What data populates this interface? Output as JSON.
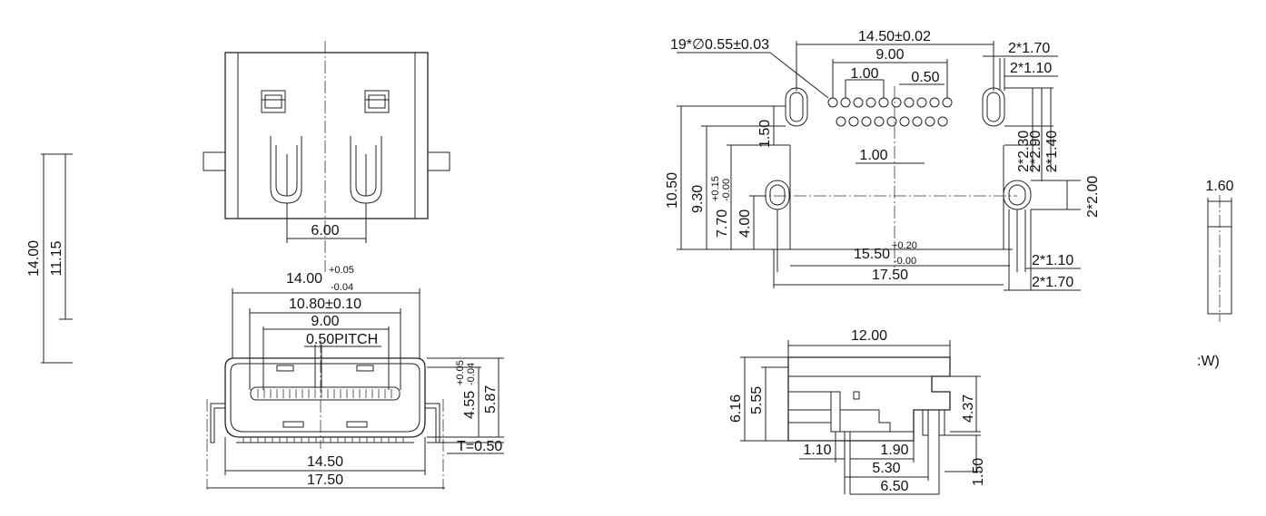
{
  "top_view": {
    "dims": {
      "width_total": "14.00",
      "height_inner": "11.15",
      "tab_spacing": "6.00"
    }
  },
  "front_view": {
    "dims": {
      "width_main": "14.00",
      "width_main_tol_plus": "+0.05",
      "width_main_tol_minus": "-0.04",
      "opening": "10.80±0.10",
      "contacts": "9.00",
      "pitch": "0.50PITCH",
      "height_inner": "4.55",
      "height_inner_tol_plus": "+0.05",
      "height_inner_tol_minus": "-0.04",
      "height_total": "5.87",
      "thickness": "T=0.50",
      "flange": "14.50",
      "overall": "17.50"
    }
  },
  "pcb_layout": {
    "dims": {
      "hole_spec": "19*∅0.55±0.03",
      "slot_spacing": "14.50±0.02",
      "slot_w_outer": "2*1.70",
      "slot_w_inner": "2*1.10",
      "pin_span": "9.00",
      "row_pitch_a": "1.00",
      "pin_pitch": "0.50",
      "offset": "1.50",
      "row_pitch_b": "1.00",
      "slot_len_a": "2*2.30",
      "slot_len_b": "2*2.90",
      "slot_len_c": "2*1.40",
      "hole_len": "2*2.00",
      "height_total": "10.50",
      "height_b": "9.30",
      "height_c": "7.70",
      "height_c_tol_plus": "+0.15",
      "height_c_tol_minus": "-0.00",
      "height_d": "4.00",
      "hole_spacing": "15.50",
      "hole_spacing_tol_plus": "+0.20",
      "hole_spacing_tol_minus": "-0.00",
      "hole_w_inner": "2*1.10",
      "body_width": "17.50",
      "hole_w_outer": "2*1.70"
    }
  },
  "side_view": {
    "dims": {
      "length": "12.00",
      "height_total": "6.16",
      "height_b": "5.55",
      "height_c": "4.37",
      "offset_a": "1.10",
      "offset_b": "1.90",
      "offset_c": "5.30",
      "offset_d": "6.50",
      "leg": "1.50"
    }
  },
  "right_view": {
    "dims": {
      "thickness": "1.60"
    },
    "label_fragment": ":W)"
  }
}
